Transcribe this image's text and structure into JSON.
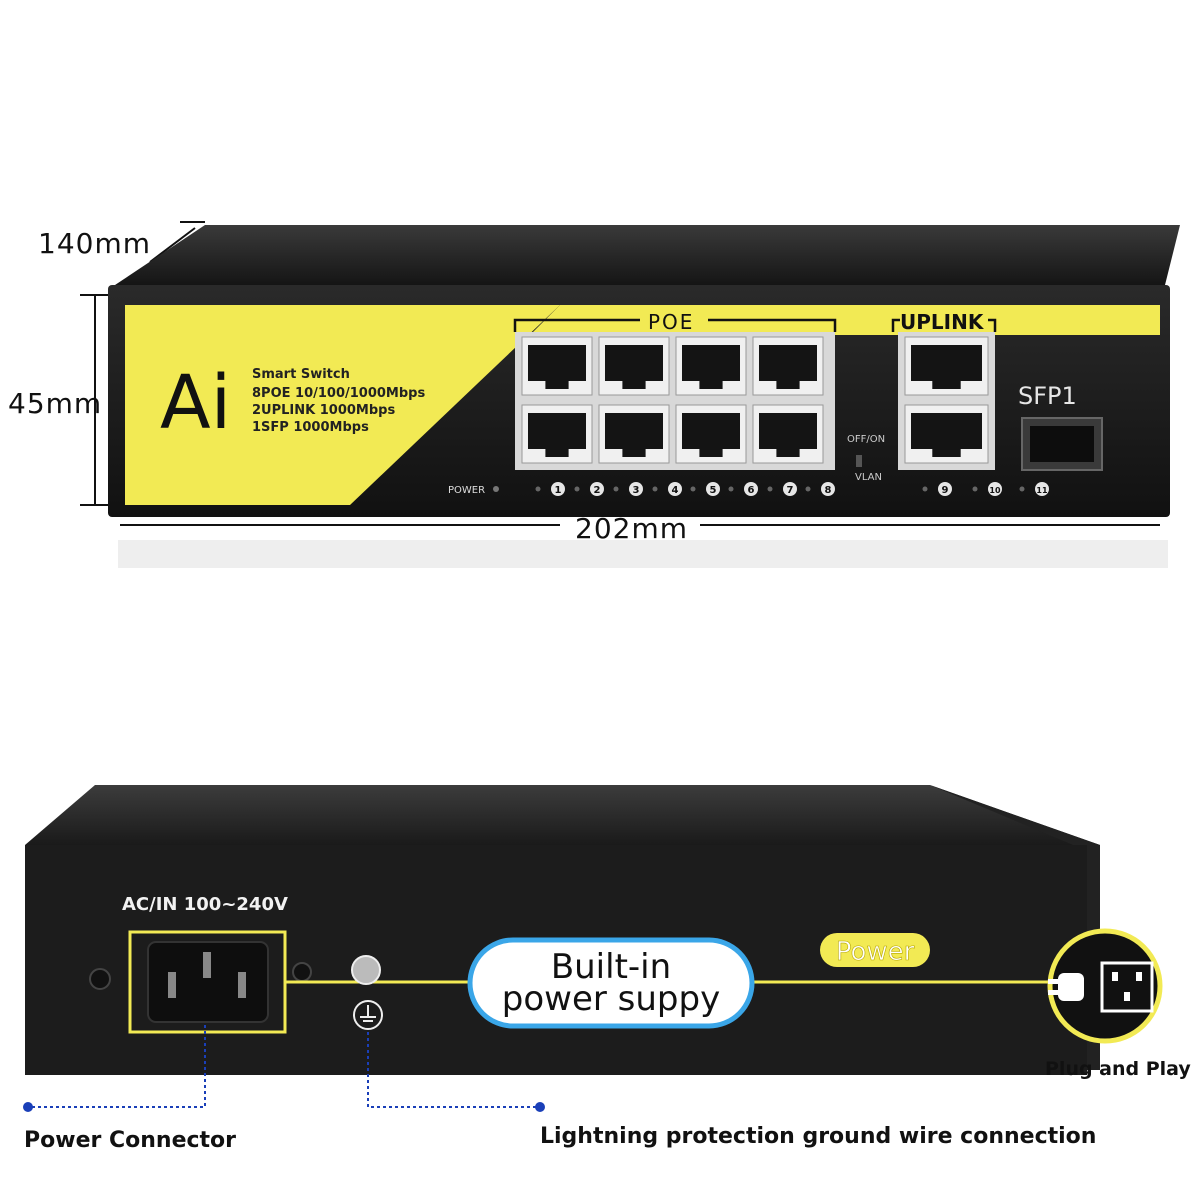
{
  "front": {
    "dims": {
      "depth": "140mm",
      "height": "45mm",
      "width": "202mm"
    },
    "brand": "Ai",
    "specs": [
      "Smart Switch",
      "8POE 10/100/1000Mbps",
      "2UPLINK 1000Mbps",
      "1SFP 1000Mbps"
    ],
    "group_poe": "POE",
    "group_uplink": "UPLINK",
    "sfp_label": "SFP1",
    "power_led_label": "POWER",
    "switch_label": "OFF/ON",
    "vlan_label": "VLAN",
    "port_numbers": [
      "1",
      "2",
      "3",
      "4",
      "5",
      "6",
      "7",
      "8",
      "9",
      "10",
      "11"
    ]
  },
  "back": {
    "ac_label": "AC/IN 100~240V",
    "callout_line1": "Built-in",
    "callout_line2": "power suppy",
    "power_tag": "Power",
    "plug_and_play": "Plug and Play",
    "power_connector": "Power Connector",
    "ground_note": "Lightning protection ground wire connection"
  },
  "colors": {
    "yellow": "#f2ea54",
    "chassis": "#1c1c1c",
    "callout_blue": "#3aa6e8",
    "leader_blue": "#1a3fb8"
  }
}
